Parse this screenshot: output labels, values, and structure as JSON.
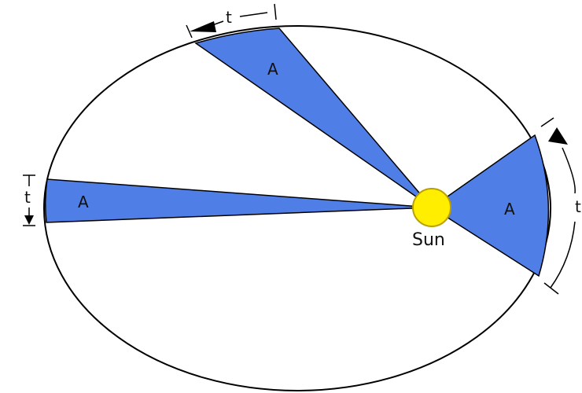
{
  "labels": {
    "area_top": "A",
    "area_left": "A",
    "area_right": "A",
    "sun": "Sun",
    "time_top": "t",
    "time_left": "t",
    "time_right": "t"
  },
  "colors": {
    "sector_fill": "#4f7fe6",
    "sun_fill": "#ffee00",
    "sun_stroke": "#b8a000",
    "orbit_stroke": "#000000",
    "background": "#ffffff"
  }
}
